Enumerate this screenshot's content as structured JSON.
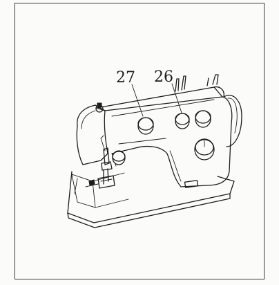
{
  "figure": {
    "callouts": [
      {
        "label": "27",
        "target": "left-knob"
      },
      {
        "label": "26",
        "target": "middle-knob"
      }
    ]
  },
  "colors": {
    "paper": "#fbfbf9",
    "ink": "#1c1c1c"
  }
}
